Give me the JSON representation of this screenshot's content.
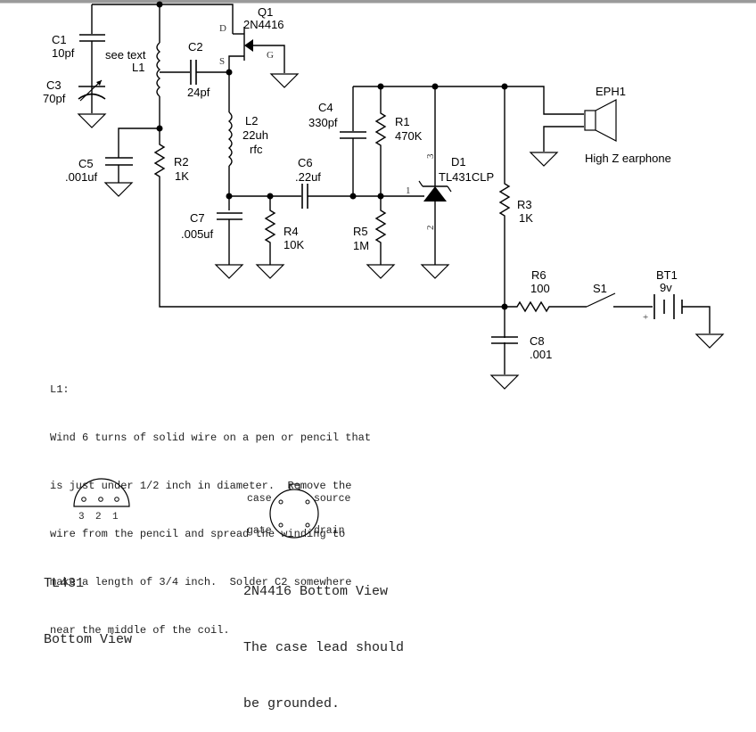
{
  "components": {
    "Q1": {
      "ref": "Q1",
      "value": "2N4416",
      "pins": {
        "d": "D",
        "s": "S",
        "g": "G"
      }
    },
    "C1": {
      "ref": "C1",
      "value": "10pf"
    },
    "C2": {
      "ref": "C2",
      "value": "24pf"
    },
    "C3": {
      "ref": "C3",
      "value": "70pf"
    },
    "C4": {
      "ref": "C4",
      "value": "330pf"
    },
    "C5": {
      "ref": "C5",
      "value": ".001uf"
    },
    "C6": {
      "ref": "C6",
      "value": ".22uf"
    },
    "C7": {
      "ref": "C7",
      "value": ".005uf"
    },
    "C8": {
      "ref": "C8",
      "value": ".001"
    },
    "L1": {
      "ref": "L1",
      "note": "see text"
    },
    "L2": {
      "ref": "L2",
      "value": "22uh",
      "note": "rfc"
    },
    "R1": {
      "ref": "R1",
      "value": "470K"
    },
    "R2": {
      "ref": "R2",
      "value": "1K"
    },
    "R3": {
      "ref": "R3",
      "value": "1K"
    },
    "R4": {
      "ref": "R4",
      "value": "10K"
    },
    "R5": {
      "ref": "R5",
      "value": "1M"
    },
    "R6": {
      "ref": "R6",
      "value": "100"
    },
    "D1": {
      "ref": "D1",
      "value": "TL431CLP",
      "pins": {
        "p1": "1",
        "p2": "2",
        "p3": "3"
      }
    },
    "EPH1": {
      "ref": "EPH1",
      "value": "High Z earphone"
    },
    "S1": {
      "ref": "S1"
    },
    "BT1": {
      "ref": "BT1",
      "value": "9v",
      "polarity": "+"
    }
  },
  "notes": {
    "l1_title": "L1:",
    "l1_lines": [
      "Wind 6 turns of solid wire on a pen or pencil that",
      "is just under 1/2 inch in diameter.  Remove the",
      "wire from the pencil and spread the winding to",
      "make a length of 3/4 inch.  Solder C2 somewhere",
      "near the middle of the coil."
    ],
    "tl431": {
      "pins": [
        "3",
        "2",
        "1"
      ],
      "title": "TL431",
      "subtitle": "Bottom View"
    },
    "n2n4416": {
      "pin_case": "case",
      "pin_source": "source",
      "pin_gate": "gate",
      "pin_drain": "drain",
      "lines": [
        "2N4416 Bottom View",
        "The case lead should",
        "be grounded."
      ]
    }
  }
}
